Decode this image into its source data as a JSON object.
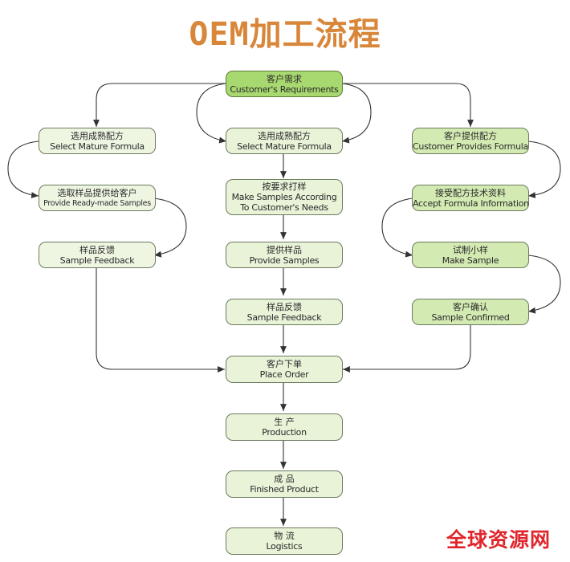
{
  "title": "OEM加工流程",
  "watermark": "全球资源网",
  "colors": {
    "title": "#d8873a",
    "node_fill": "#e8f3d8",
    "node_fill_start": "#a8d870",
    "node_fill_right": "#d3eab2",
    "arrow": "#333333",
    "watermark": "#e0262c"
  },
  "nodes": {
    "start": {
      "zh": "客户需求",
      "en": "Customer's Requirements"
    },
    "left": [
      {
        "zh": "选用成熟配方",
        "en": "Select Mature Formula"
      },
      {
        "zh": "选取样品提供给客户",
        "en": "Provide Ready-made Samples"
      },
      {
        "zh": "样品反馈",
        "en": "Sample Feedback"
      }
    ],
    "center": [
      {
        "zh": "选用成熟配方",
        "en": "Select Mature Formula"
      },
      {
        "zh": "按要求打样",
        "en": "Make Samples According",
        "en2": "To Customer's Needs"
      },
      {
        "zh": "提供样品",
        "en": "Provide Samples"
      },
      {
        "zh": "样品反馈",
        "en": "Sample Feedback"
      }
    ],
    "right": [
      {
        "zh": "客户提供配方",
        "en": "Customer Provides Formula"
      },
      {
        "zh": "接受配方技术资料",
        "en": "Accept Formula Information"
      },
      {
        "zh": "试制小样",
        "en": "Make Sample"
      },
      {
        "zh": "客户确认",
        "en": "Sample Confirmed"
      }
    ],
    "bottom": [
      {
        "zh": "客户下单",
        "en": "Place Order"
      },
      {
        "zh": "生 产",
        "en": "Production"
      },
      {
        "zh": "成 品",
        "en": "Finished Product"
      },
      {
        "zh": "物 流",
        "en": "Logistics"
      }
    ]
  }
}
